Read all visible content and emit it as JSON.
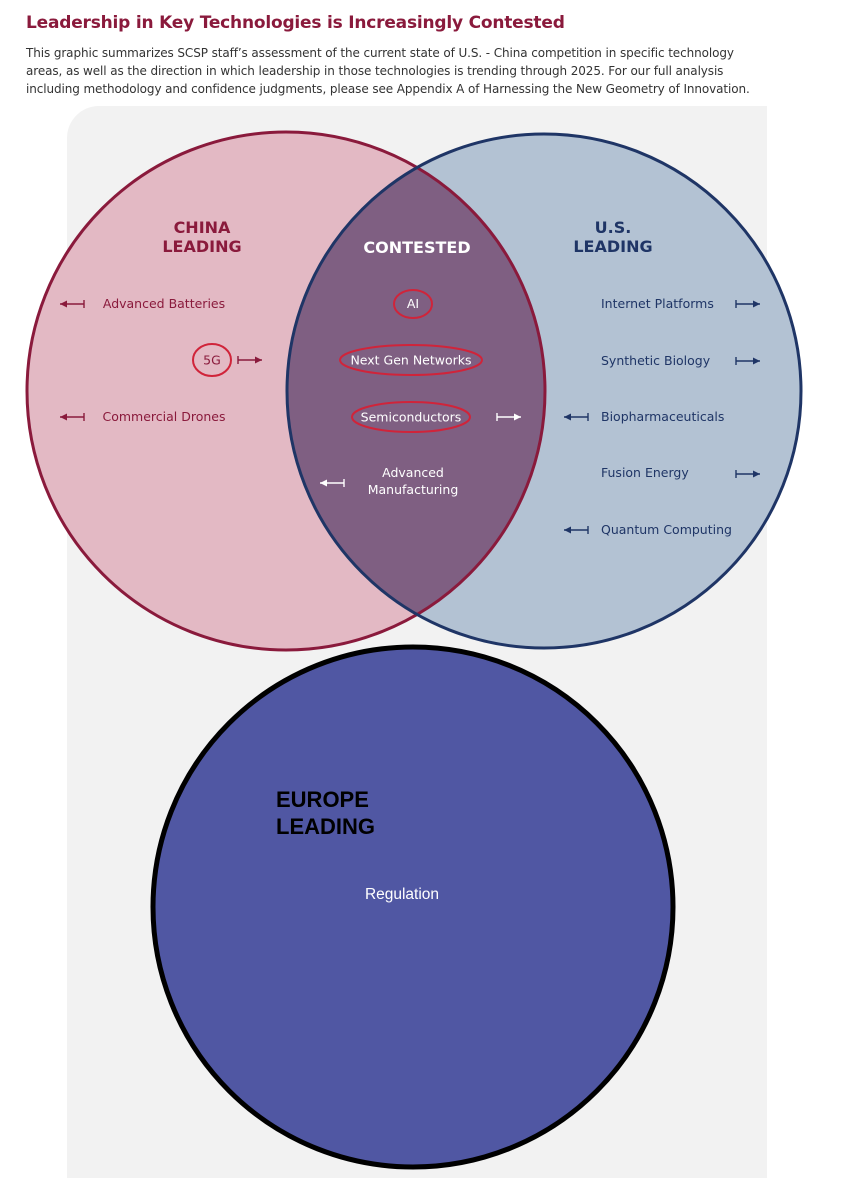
{
  "header": {
    "title": "Leadership in Key Technologies is Increasingly Contested",
    "description_lines": [
      "This graphic summarizes SCSP staff’s assessment of the current state of U.S. - China competition in specific technology",
      "areas, as well as the direction in which leadership in those technologies is trending through 2025. For our full analysis",
      "including methodology and confidence judgments, please see Appendix A of Harnessing the New Geometry of Innovation."
    ]
  },
  "colors": {
    "china": "#8a1a3c",
    "us": "#1f3566",
    "europe_fill": "#5057a3",
    "china_fill": "#e3b9c4",
    "us_fill": "#b3c2d3",
    "overlap_fill": "#7f5f82",
    "highlight": "#d0243a"
  },
  "diagram": {
    "china": {
      "heading": [
        "CHINA",
        "LEADING"
      ],
      "items": [
        {
          "label": "Advanced Batteries",
          "arrow": "left",
          "circled": false
        },
        {
          "label": "5G",
          "arrow": "right",
          "circled": true
        },
        {
          "label": "Commercial Drones",
          "arrow": "left",
          "circled": false
        }
      ]
    },
    "contested": {
      "heading": "CONTESTED",
      "items": [
        {
          "label": "AI",
          "arrow": "none",
          "circled": true
        },
        {
          "label": "Next Gen Networks",
          "arrow": "none",
          "circled": true
        },
        {
          "label": "Semiconductors",
          "arrow": "right",
          "circled": true
        },
        {
          "label": "Advanced Manufacturing",
          "lines": [
            "Advanced",
            "Manufacturing"
          ],
          "arrow": "left",
          "circled": false
        }
      ]
    },
    "us": {
      "heading": [
        "U.S.",
        "LEADING"
      ],
      "items": [
        {
          "label": "Internet Platforms",
          "arrow": "right"
        },
        {
          "label": "Synthetic Biology",
          "arrow": "right"
        },
        {
          "label": "Biopharmaceuticals",
          "arrow": "left"
        },
        {
          "label": "Fusion Energy",
          "arrow": "right"
        },
        {
          "label": "Quantum Computing",
          "arrow": "left"
        }
      ]
    },
    "europe": {
      "heading": [
        "EUROPE",
        "LEADING"
      ],
      "items": [
        {
          "label": "Regulation"
        }
      ]
    }
  }
}
